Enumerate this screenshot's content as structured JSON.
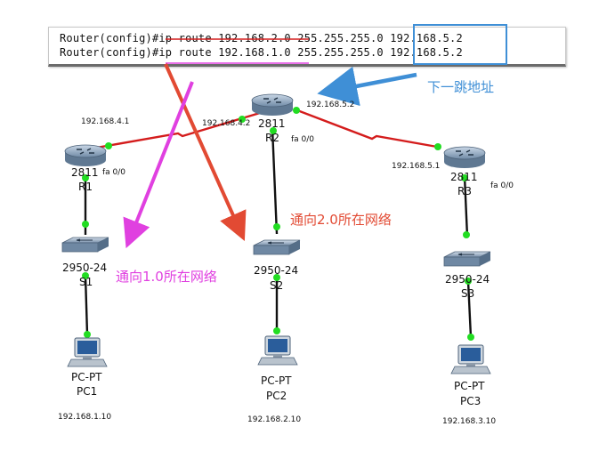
{
  "cli": {
    "line1": "Router(config)#ip route 192.168.2.0 255.255.255.0 192.168.5.2",
    "line2": "Router(config)#ip route 192.168.1.0 255.255.255.0 192.168.5.2"
  },
  "annotations": {
    "next_hop": "下一跳地址",
    "to_net_2": "通向2.0所在网络",
    "to_net_1": "通向1.0所在网络"
  },
  "colors": {
    "next_hop": "#3f8fd6",
    "to_net_2": "#e24a33",
    "to_net_1": "#e040e0",
    "serial_link": "#d41c1c",
    "port_dot": "#22dd22"
  },
  "routers": [
    {
      "model": "2811",
      "name": "R1",
      "port": "fa 0/0"
    },
    {
      "model": "2811",
      "name": "R2",
      "port": "fa 0/0"
    },
    {
      "model": "2811",
      "name": "R3",
      "port": "fa 0/0"
    }
  ],
  "switches": [
    {
      "model": "2950-24",
      "name": "S1"
    },
    {
      "model": "2950-24",
      "name": "S2"
    },
    {
      "model": "2950-24",
      "name": "S3"
    }
  ],
  "pcs": [
    {
      "model": "PC-PT",
      "name": "PC1",
      "ip": "192.168.1.10"
    },
    {
      "model": "PC-PT",
      "name": "PC2",
      "ip": "192.168.2.10"
    },
    {
      "model": "PC-PT",
      "name": "PC3",
      "ip": "192.168.3.10"
    }
  ],
  "links": {
    "r1_r2_r1_ip": "192.168.4.1",
    "r1_r2_r2_ip": "192.168.4.2",
    "r2_r3_r2_ip": "192.168.5.2",
    "r2_r3_r3_ip": "192.168.5.1"
  }
}
